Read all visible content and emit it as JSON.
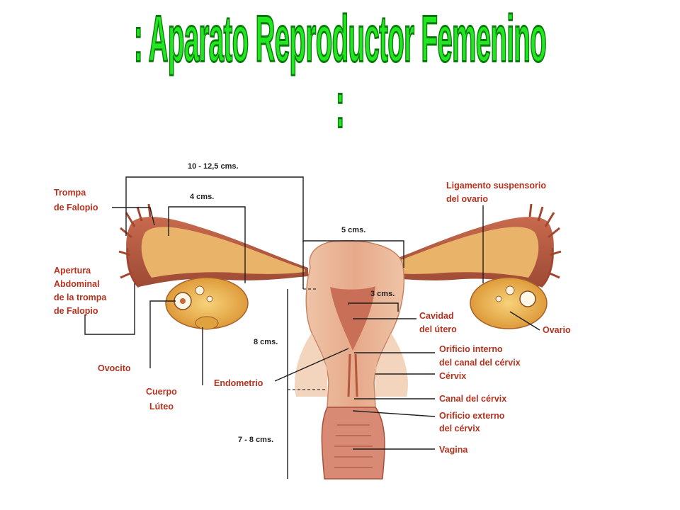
{
  "title": ": Aparato Reproductor Femenino :",
  "colors": {
    "title_fill": "#22e622",
    "title_outline": "#0a7a0a",
    "label": "#b5321f",
    "tissue": "#e7b08f",
    "ovary": "#f0b040"
  },
  "measurements": {
    "total_width": "10 - 12,5 cms.",
    "ovary_width": "4 cms.",
    "uterus_width": "5 cms.",
    "cavity_width": "3 cms.",
    "uterus_length": "8 cms.",
    "vagina_length": "7 - 8 cms."
  },
  "labels": {
    "trompa": [
      "Trompa",
      "de Falopio"
    ],
    "apertura": [
      "Apertura",
      "Abdominal",
      "de la trompa",
      "de Falopio"
    ],
    "ovocito": [
      "Ovocito"
    ],
    "cuerpo_luteo": [
      "Cuerpo",
      "Lúteo"
    ],
    "endometrio": [
      "Endometrio"
    ],
    "ligamento": [
      "Ligamento suspensorio",
      "del ovario"
    ],
    "cavidad": [
      "Cavidad",
      "del útero"
    ],
    "ovario": [
      "Ovario"
    ],
    "orificio_interno": [
      "Orificio interno",
      "del canal del cérvix"
    ],
    "cervix": [
      "Cérvix"
    ],
    "canal": [
      "Canal del cérvix"
    ],
    "orificio_externo": [
      "Orificio externo",
      "del cérvix"
    ],
    "vagina": [
      "Vagina"
    ]
  }
}
